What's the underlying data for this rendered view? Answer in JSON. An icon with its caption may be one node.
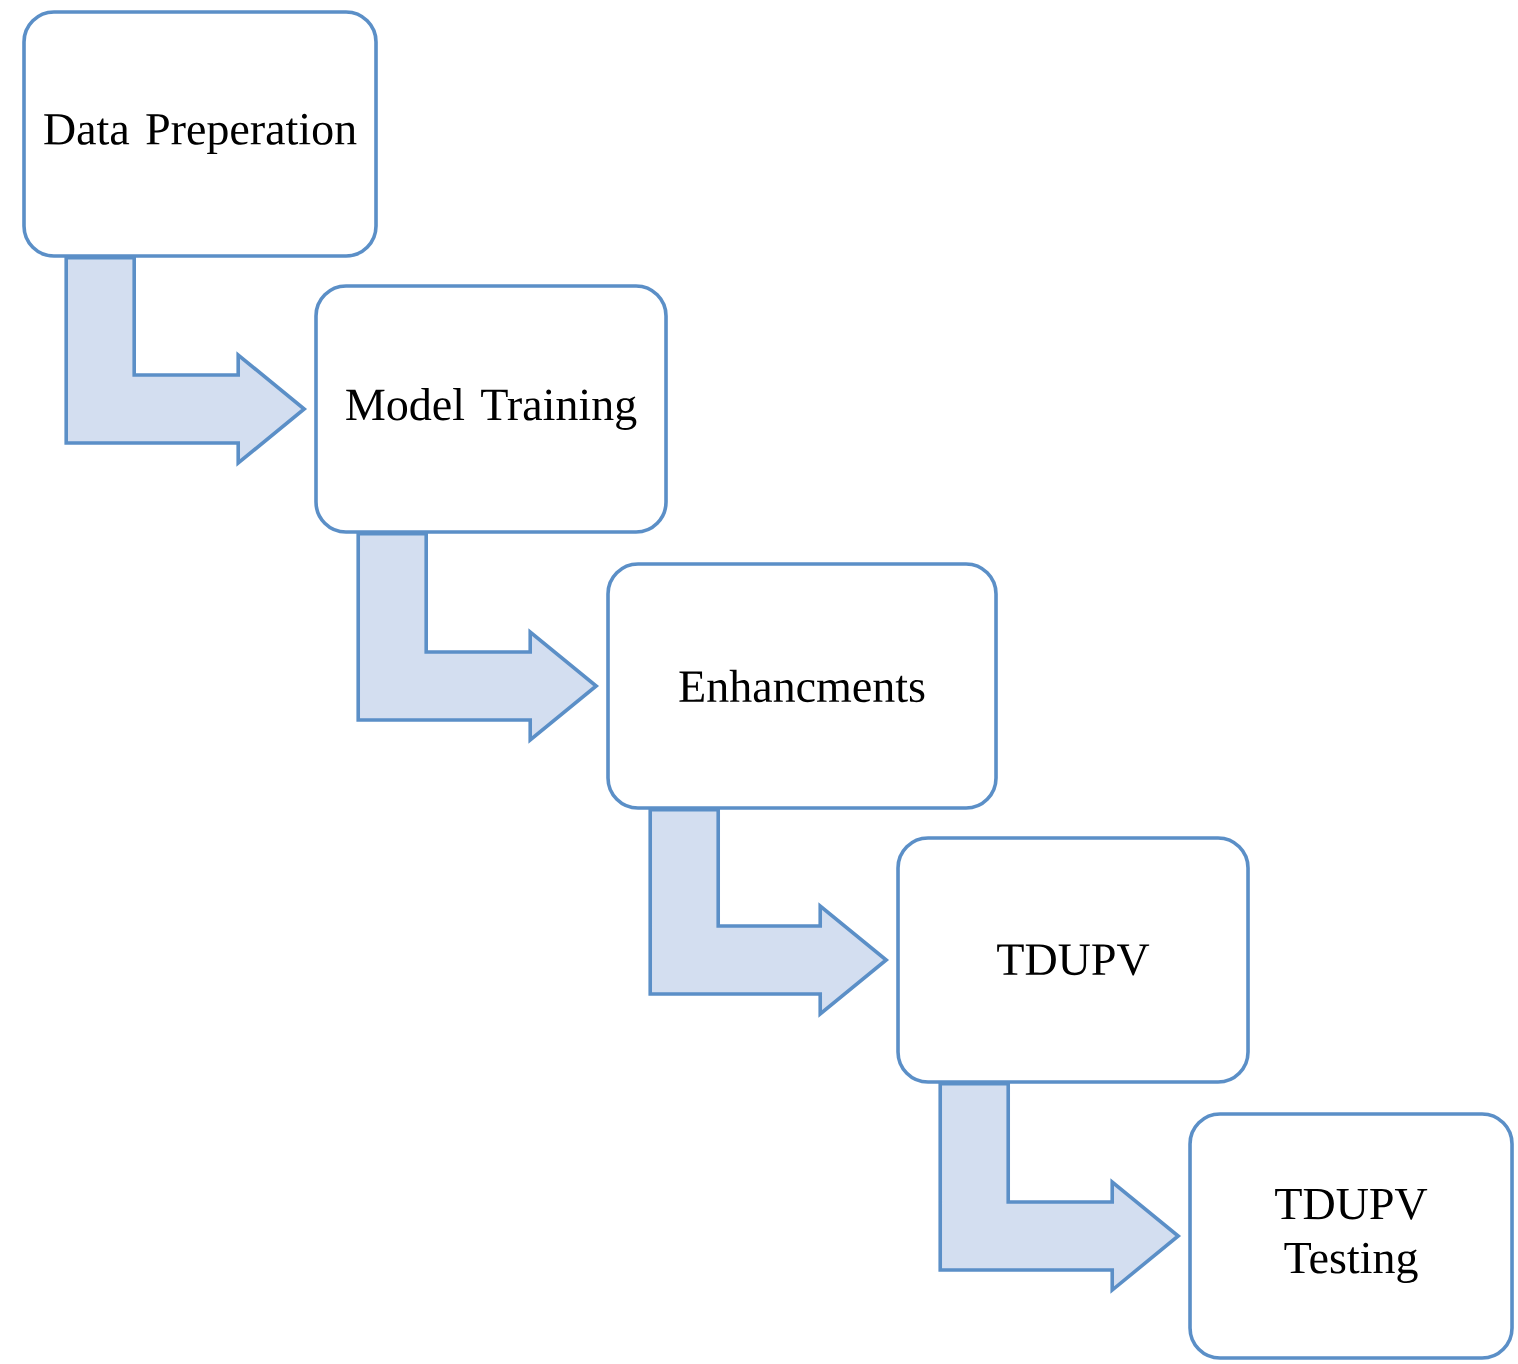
{
  "diagram": {
    "nodes": [
      {
        "text": [
          "Data Preperation"
        ]
      },
      {
        "text": [
          "Model Training"
        ]
      },
      {
        "text": [
          "Enhancments"
        ]
      },
      {
        "text": [
          "TDUPV"
        ]
      },
      {
        "text": [
          "TDUPV Testing"
        ]
      }
    ],
    "edges": [
      {
        "from": 0,
        "to": 1,
        "arrow": "to"
      },
      {
        "from": 1,
        "to": 2,
        "arrow": "to"
      },
      {
        "from": 2,
        "to": 3,
        "arrow": "to"
      },
      {
        "from": 3,
        "to": 4,
        "arrow": "to"
      }
    ]
  }
}
